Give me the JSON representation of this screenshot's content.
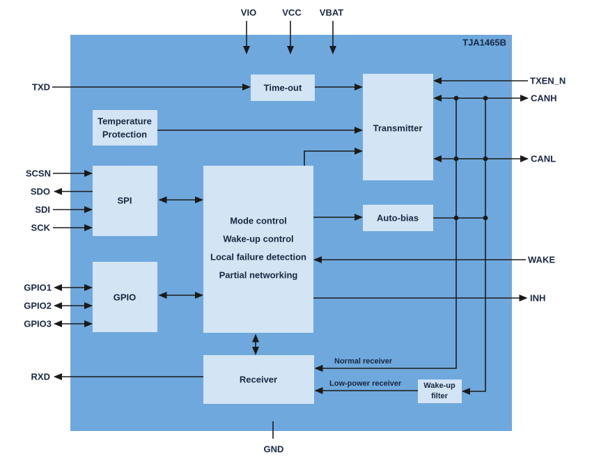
{
  "chip": {
    "name": "TJA1465B"
  },
  "colors": {
    "chip_fill": "#6FA8DC",
    "block_fill": "#D3E4F4",
    "line": "#1A1A1A",
    "text": "#182743"
  },
  "pins": {
    "top": [
      {
        "label": "VIO"
      },
      {
        "label": "VCC"
      },
      {
        "label": "VBAT"
      }
    ],
    "left": [
      {
        "label": "TXD"
      },
      {
        "label": "SCSN"
      },
      {
        "label": "SDO"
      },
      {
        "label": "SDI"
      },
      {
        "label": "SCK"
      },
      {
        "label": "GPIO1"
      },
      {
        "label": "GPIO2"
      },
      {
        "label": "GPIO3"
      },
      {
        "label": "RXD"
      }
    ],
    "right": [
      {
        "label": "TXEN_N"
      },
      {
        "label": "CANH"
      },
      {
        "label": "CANL"
      },
      {
        "label": "WAKE"
      },
      {
        "label": "INH"
      }
    ],
    "bottom": [
      {
        "label": "GND"
      }
    ]
  },
  "blocks": {
    "timeout": {
      "label": "Time-out"
    },
    "temp_protection": {
      "lines": [
        "Temperature",
        "Protection"
      ]
    },
    "transmitter": {
      "label": "Transmitter"
    },
    "spi": {
      "label": "SPI"
    },
    "mode_control": {
      "lines": [
        "Mode control",
        "Wake-up control",
        "Local failure detection",
        "Partial networking"
      ]
    },
    "auto_bias": {
      "label": "Auto-bias"
    },
    "gpio": {
      "label": "GPIO"
    },
    "receiver": {
      "label": "Receiver"
    },
    "wakeup_filter": {
      "lines": [
        "Wake-up",
        "filter"
      ]
    }
  },
  "annotations": {
    "normal_receiver": "Normal receiver",
    "low_power_receiver": "Low-power receiver"
  }
}
